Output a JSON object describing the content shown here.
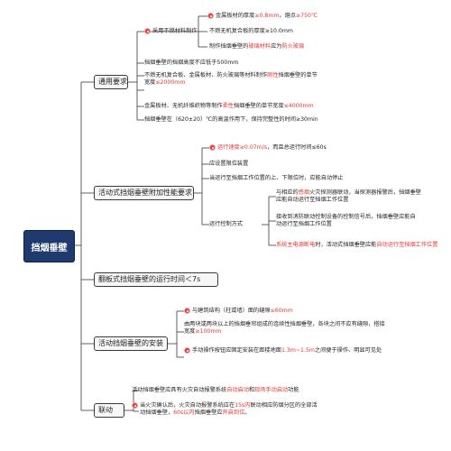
{
  "root": "挡烟垂壁",
  "b1": {
    "label": "通用要求",
    "material": "采用不燃材料制作",
    "metal_a": "金属板材的厚度",
    "metal_b": "≥0.8mm",
    "metal_c": "，熔点",
    "metal_d": "≥750℃",
    "nonmetal": "不燃无机复合板的厚度≥10.0mm",
    "glass_a": "制作挡烟垂壁的",
    "glass_b": "玻璃材料",
    "glass_c": "应为",
    "glass_d": "防火玻璃",
    "height": "挡烟垂壁的挡烟高度不应低于500mm",
    "rigid_a": "不燃无机复合板、金属板材、防火玻璃等材料制作",
    "rigid_b": "刚性",
    "rigid_c": "挡烟垂壁的单节宽度",
    "rigid_d": "≤2000mm",
    "flex_a": "金属板材、无机纤维织物等制作",
    "flex_b": "柔性",
    "flex_c": "挡烟垂壁的单节宽度",
    "flex_d": "≤4000mm",
    "temp": "挡烟垂壁在（620±20）℃的高温作用下，保持完整性的时间≥30min"
  },
  "b2": {
    "label": "活动式挡烟垂壁附加性能要求",
    "speed_a": "运行速度",
    "speed_b": "≥0.07m/s",
    "speed_c": "，而且总运行时间≤60s",
    "limit": "应设置限位装置",
    "stop": "当运行至挡烟工作位置的上、下限位时，应能自动停止",
    "mode": "运行控制方式",
    "smoke_a": "与相应的",
    "smoke_b": "感烟",
    "smoke_c": "火灾探测器联动，当探测器报警后，挡烟垂壁应能自动运行至挡烟工作位置",
    "signal": "接收到消防联动控制设备的控制信号后，挡烟垂壁应能自动运行至挡烟工作位置",
    "power_a": "系统主电源断电",
    "power_b": "时，活动式挡烟垂壁应能",
    "power_c": "自动运行至挡烟工作位置"
  },
  "b3": {
    "label": "翻板式挡烟垂壁的运行时间＜7s"
  },
  "b4": {
    "label": "活动挡烟垂壁的安装",
    "gap_a": "与建筑结构（柱或墙）面的缝隙",
    "gap_b": "≤60mm",
    "overlap_a": "由两块或两块以上的挡烟垂帘组成的连续性挡烟垂壁，各块之间不应有缝隙，搭接宽度",
    "overlap_b": "≥100mm",
    "manual_a": "手动操作按钮应固定安装在距楼地面",
    "manual_b": "1.3m~1.5m",
    "manual_c": "之间便于操作、明显可见处"
  },
  "b5": {
    "label": "联动",
    "auto_a": "活动挡烟垂壁应具有火灾自动报警系统",
    "auto_b": "自动启动",
    "auto_c": "和",
    "auto_d": "现场手动启动",
    "auto_e": "功能",
    "seq_a": "当火灾确认后，火灾自动报警系统应在",
    "seq_b": "15s内",
    "seq_c": "联动相应防烟分区的全部活动挡烟垂壁，",
    "seq_d": "60s以内",
    "seq_e": "挡烟垂壁应",
    "seq_f": "开启到位",
    "seq_g": "。"
  },
  "colors": {
    "root_bg": "#1e3a6e",
    "accent": "#e53935",
    "line": "#3a3a3a"
  }
}
